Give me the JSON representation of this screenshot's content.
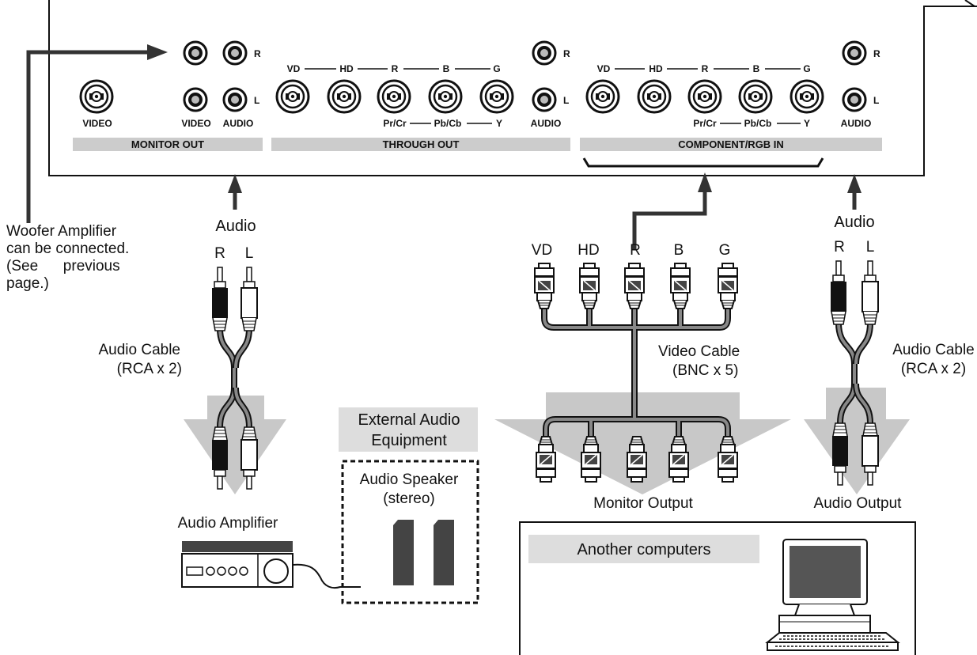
{
  "panel": {
    "monitor_out": {
      "title": "MONITOR OUT",
      "r": "R",
      "l": "L",
      "video": "VIDEO",
      "video2": "VIDEO",
      "audio": "AUDIO"
    },
    "through_out": {
      "title": "THROUGH OUT",
      "vd": "VD",
      "hd": "HD",
      "r": "R",
      "b": "B",
      "g": "G",
      "prcr": "Pr/Cr",
      "pbcb": "Pb/Cb",
      "y": "Y",
      "audio": "AUDIO",
      "audio_r": "R",
      "audio_l": "L"
    },
    "component_in": {
      "title": "COMPONENT/RGB IN",
      "vd": "VD",
      "hd": "HD",
      "r": "R",
      "b": "B",
      "g": "G",
      "prcr": "Pr/Cr",
      "pbcb": "Pb/Cb",
      "y": "Y",
      "audio": "AUDIO",
      "audio_r": "R",
      "audio_l": "L"
    }
  },
  "woofer_note": [
    "Woofer Amplifier",
    "can be connected.",
    "(See      previous",
    "page.)"
  ],
  "left_audio": {
    "label": "Audio",
    "r": "R",
    "l": "L",
    "cable": [
      "Audio Cable",
      "(RCA x 2)"
    ],
    "amp_label": "Audio Amplifier"
  },
  "external_audio": {
    "label": [
      "External Audio",
      "Equipment"
    ],
    "speaker": [
      "Audio Speaker",
      "(stereo)"
    ]
  },
  "video_cable": {
    "vd": "VD",
    "hd": "HD",
    "r": "R",
    "b": "B",
    "g": "G",
    "cable": [
      "Video Cable",
      "(BNC x 5)"
    ],
    "output": "Monitor Output"
  },
  "right_audio": {
    "label": "Audio",
    "r": "R",
    "l": "L",
    "cable": [
      "Audio Cable",
      "(RCA x 2)"
    ],
    "output": "Audio Output"
  },
  "computers_label": "Another computers"
}
